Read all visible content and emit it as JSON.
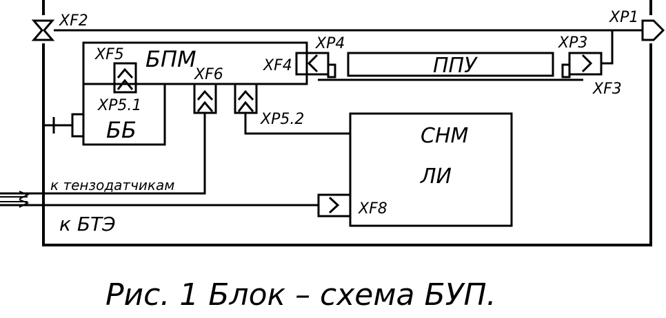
{
  "labels": {
    "xf2": "XF2",
    "xp1": "XP1",
    "xf5": "XF5",
    "bpm": "БПМ",
    "xp4": "XP4",
    "xf4": "XF4",
    "ppu": "ППУ",
    "xp3": "XP3",
    "xf3": "XF3",
    "xf6": "XF6",
    "xp51": "XP5.1",
    "bb": "ББ",
    "xp52": "XP5.2",
    "snm": "СНМ",
    "li": "ЛИ",
    "to_sensors": "к тензодатчикам",
    "xf8": "XF8",
    "to_bte": "к БТЭ"
  },
  "caption": "Рис. 1  Блок – схема БУП."
}
